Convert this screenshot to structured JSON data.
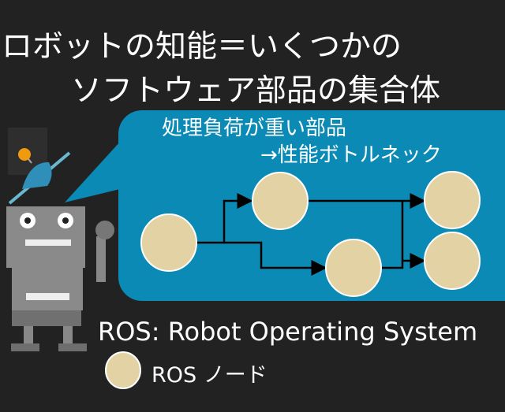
{
  "slide": {
    "title_line1": "ロボットの知能＝いくつかの",
    "title_line2": "ソフトウェア部品の集合体",
    "bubble_line1": "処理負荷が重い部品",
    "bubble_line2": "→性能ボトルネック",
    "ros_definition": "ROS: Robot Operating System",
    "legend_label": "ROS ノード"
  },
  "colors": {
    "background": "#222222",
    "bubble": "#0a8ab5",
    "node": "#e3d3a4",
    "robot": "#8a8a8a"
  }
}
